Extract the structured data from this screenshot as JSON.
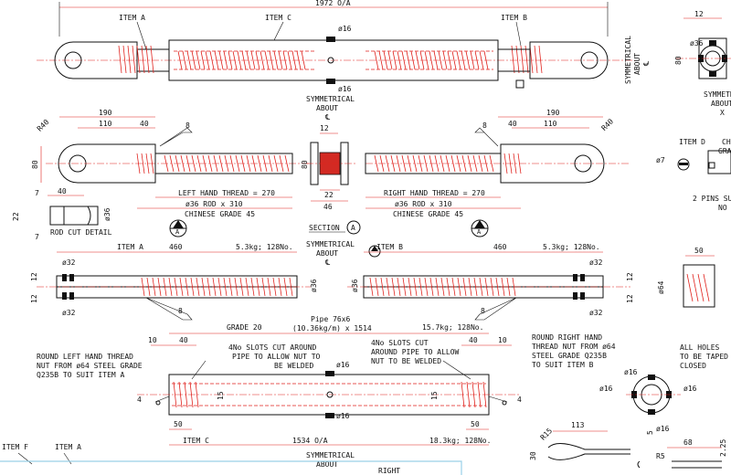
{
  "sheet": {
    "overall_length_top": "1972 O/A",
    "item_a": "ITEM A",
    "item_b": "ITEM B",
    "item_c": "ITEM C",
    "item_d": "ITEM D",
    "item_f": "ITEM F",
    "phi16": "ø16",
    "phi32": "ø32",
    "phi36": "ø36",
    "phi7": "ø7",
    "sym1": "SYMMETRICAL",
    "sym2": "ABOUT",
    "sym3": "℄",
    "dim_190": "190",
    "dim_110": "110",
    "dim_40": "40",
    "dim_8": "8",
    "dim_80": "80",
    "dim_r40": "R40",
    "dim_12": "12",
    "dim_22": "22",
    "dim_46": "46",
    "dim_7": "7",
    "dim_10": "10",
    "dim_15": "15",
    "dim_50": "50",
    "dim_4": "4",
    "dim_5": "5",
    "dim_30": "30",
    "dim_r5": "R5",
    "dim_r15": "R15",
    "dim_113": "113",
    "dim_68": "68",
    "dim_225": "2.25",
    "dim_64": "ø64",
    "dim_460": "460",
    "left_thread": "LEFT HAND THREAD = 270",
    "right_thread": "RIGHT HAND THREAD = 270",
    "rod_spec": "ø36 ROD x 310",
    "grade45": "CHINESE GRADE 45",
    "rod_cut": "ROD CUT DETAIL",
    "section": "SECTION",
    "sec_a": "A",
    "mass_a": "5.3kg; 128No.",
    "mass_b": "5.3kg; 128No.",
    "pipe1": "Pipe 76x6",
    "pipe2": "(10.36kg/m) x 1514",
    "grade20": "GRADE 20",
    "mass_c": "15.7kg; 128No.",
    "slots_l1": "4No SLOTS CUT AROUND",
    "slots_l2": "PIPE TO ALLOW NUT TO",
    "slots_l3": "BE WELDED",
    "slots_r1": "4No SLOTS CUT",
    "slots_r2": "AROUND PIPE TO ALLOW",
    "slots_r3": "NUT TO BE WELDED",
    "nut_l1": "ROUND LEFT HAND THREAD",
    "nut_l2": "NUT FROM ø64 STEEL GRADE",
    "nut_l3": "Q235B TO SUIT ITEM A",
    "nut_r1": "ROUND RIGHT HAND",
    "nut_r2": "THREAD NUT FROM ø64",
    "nut_r3": "STEEL GRADE Q235B",
    "nut_r4": "TO SUIT ITEM B",
    "holes1": "ALL HOLES",
    "holes2": "TO BE TAPED",
    "holes3": "CLOSED",
    "len_c": "1534 O/A",
    "mass_c2": "18.3kg; 128No.",
    "pins1": "2 PINS SU",
    "pins2": "NO",
    "ch": "CH",
    "grad": "GRAD",
    "x": "X",
    "right_word": "RIGHT"
  }
}
